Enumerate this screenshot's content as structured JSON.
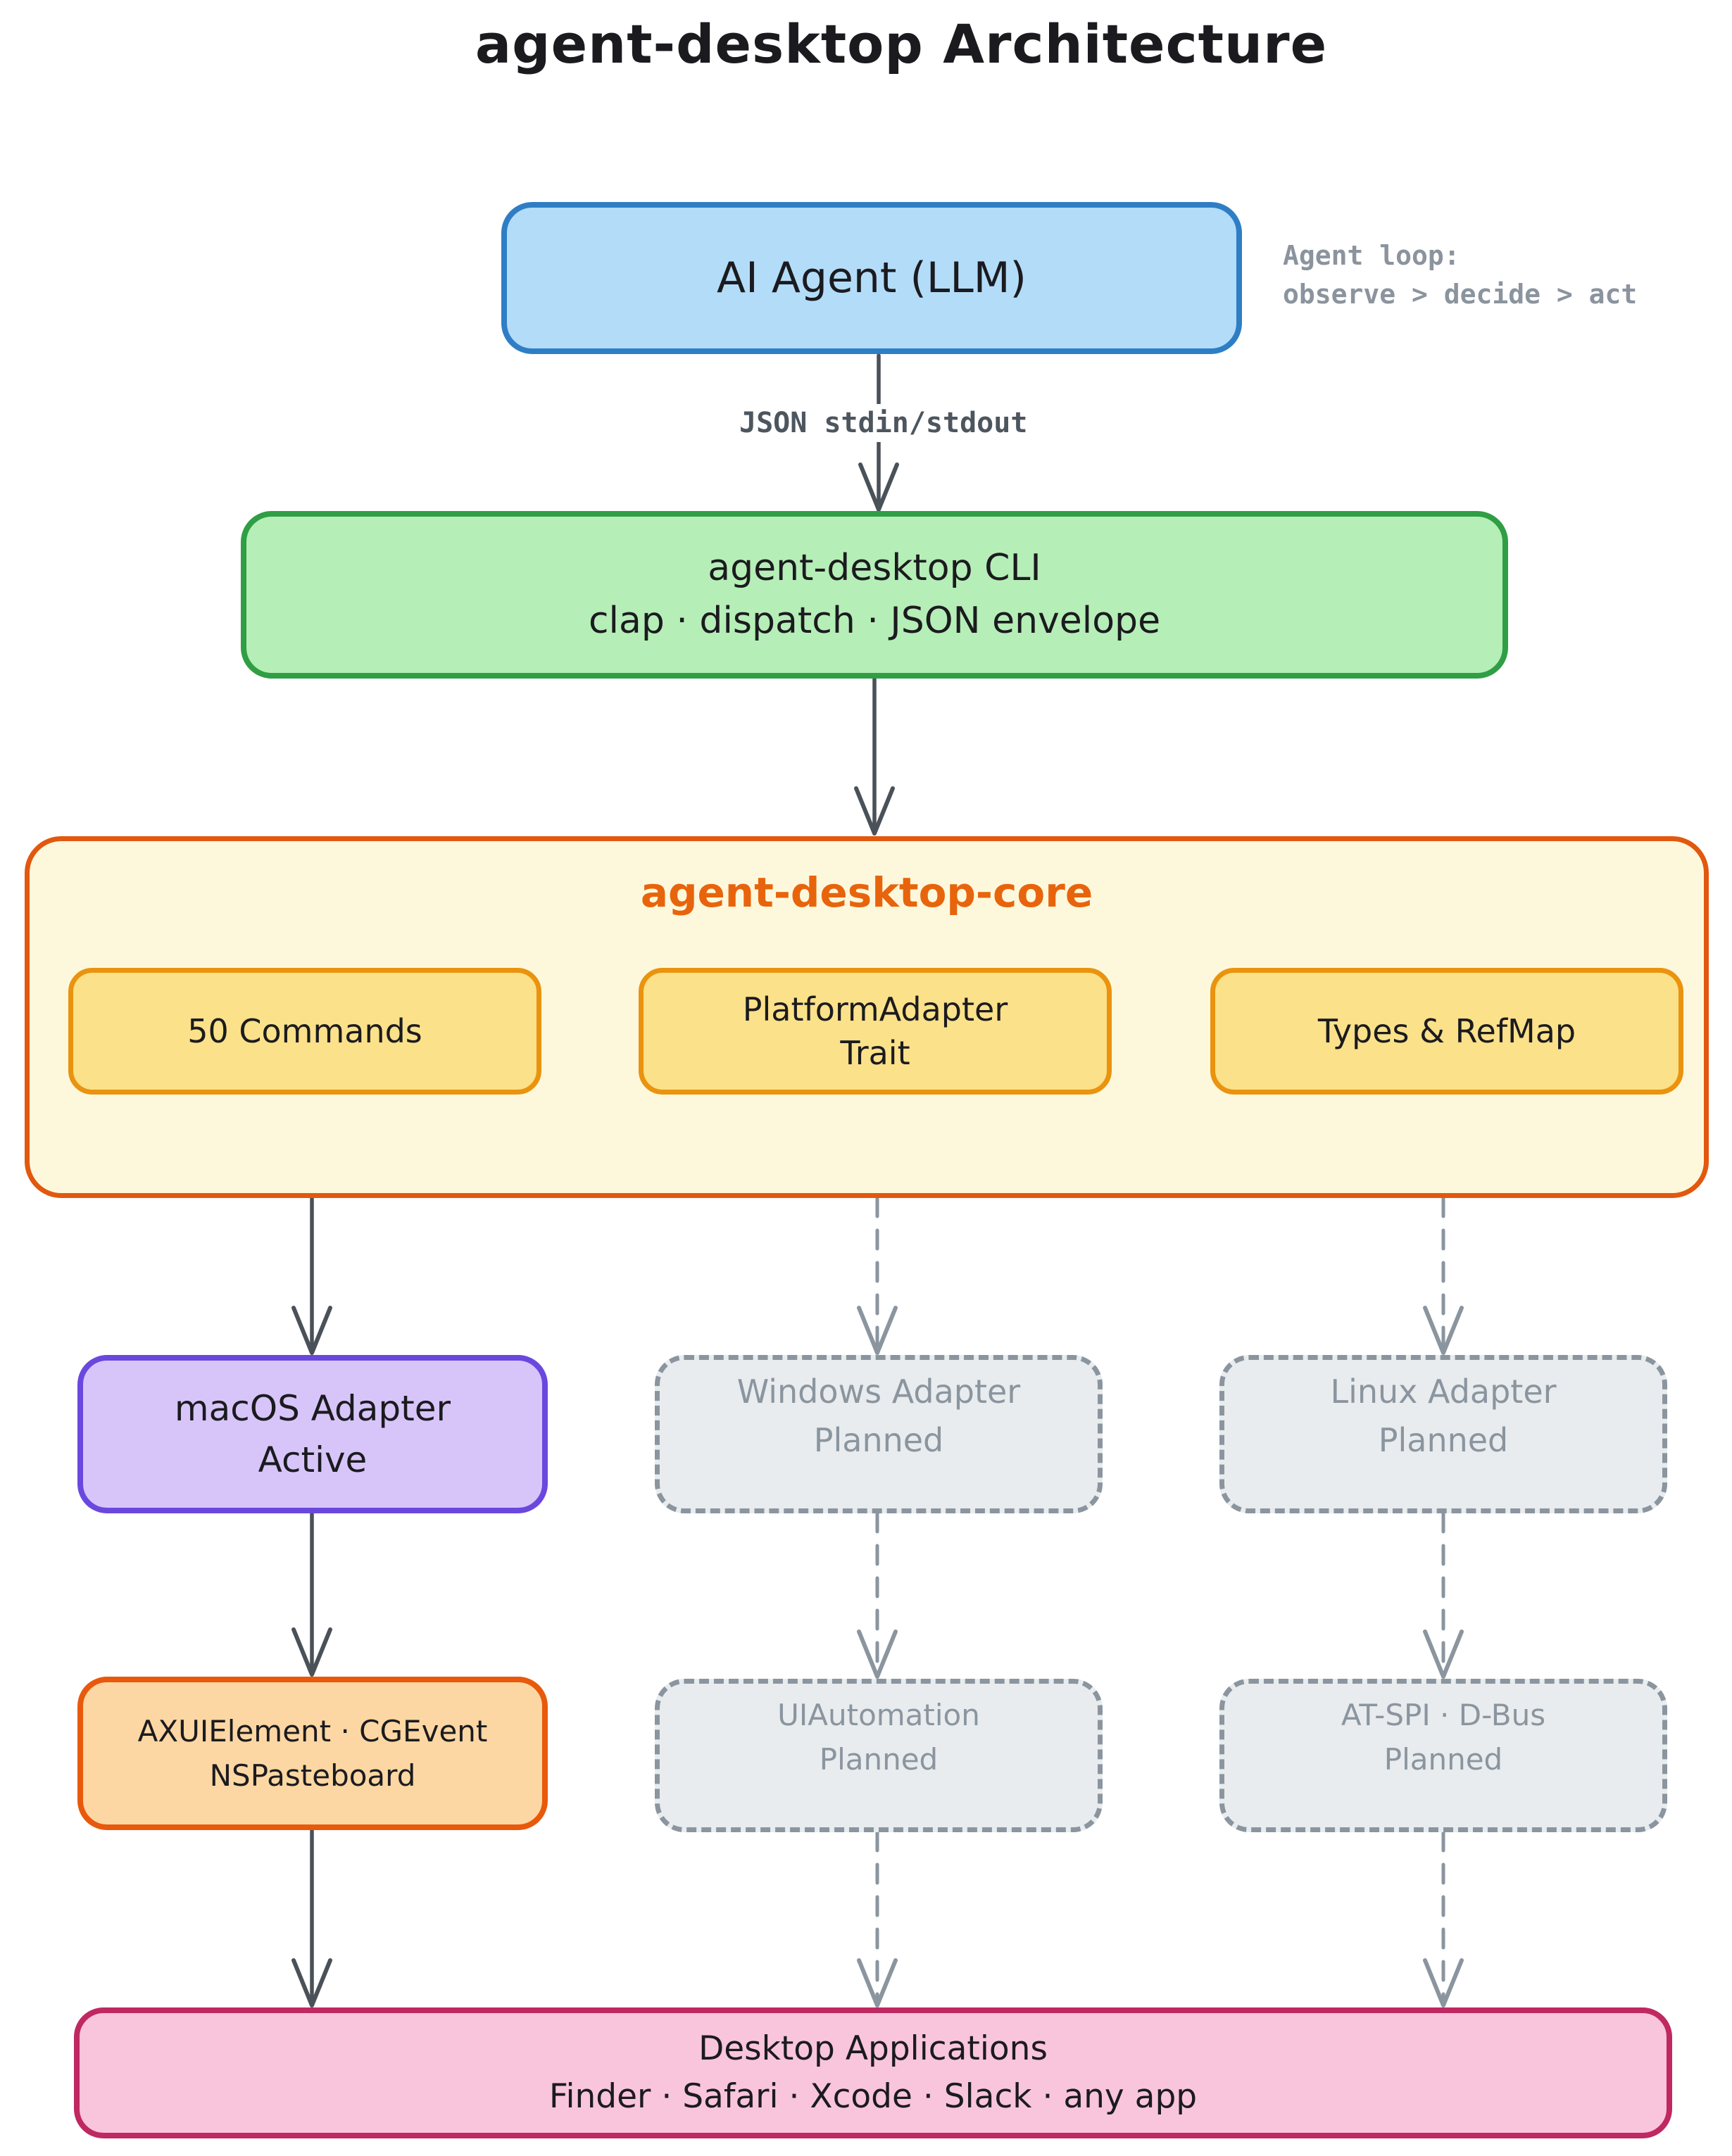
{
  "title": "agent-desktop Architecture",
  "annotation": {
    "text": "Agent loop:\nobserve > decide > act"
  },
  "edges": {
    "json_label": "JSON stdin/stdout"
  },
  "nodes": {
    "ai_agent": {
      "label": "AI Agent (LLM)"
    },
    "cli": {
      "lines": [
        "agent-desktop CLI",
        "clap · dispatch · JSON envelope"
      ]
    },
    "core": {
      "title": "agent-desktop-core",
      "commands": {
        "label": "50 Commands"
      },
      "adapter_trait": {
        "lines": [
          "PlatformAdapter",
          "Trait"
        ]
      },
      "types": {
        "label": "Types & RefMap"
      }
    },
    "macos_adapter": {
      "lines": [
        "macOS Adapter",
        "Active"
      ]
    },
    "windows_adapter": {
      "lines": [
        "Windows Adapter",
        "Planned"
      ]
    },
    "linux_adapter": {
      "lines": [
        "Linux Adapter",
        "Planned"
      ]
    },
    "macos_impl": {
      "lines": [
        "AXUIElement · CGEvent",
        "NSPasteboard"
      ]
    },
    "windows_impl": {
      "lines": [
        "UIAutomation",
        "Planned"
      ]
    },
    "linux_impl": {
      "lines": [
        "AT-SPI · D-Bus",
        "Planned"
      ]
    },
    "desktop_apps": {
      "lines": [
        "Desktop Applications",
        "Finder · Safari · Xcode · Slack · any app"
      ]
    }
  },
  "colors": {
    "blue_fill": "#B3DCF8",
    "blue_border": "#2E7EC5",
    "green_fill": "#B6EEB7",
    "green_border": "#2F9E44",
    "core_fill": "#FDF8DC",
    "core_border": "#E2580E",
    "core_title": "#E8640C",
    "yellow_fill": "#FBE189",
    "yellow_border": "#EA930F",
    "purple_fill": "#D7C5FA",
    "purple_border": "#6A48DD",
    "gray_fill": "#E8ECEE",
    "gray_border": "#8B959F",
    "orange_fill": "#FDD7A3",
    "orange_border": "#E8590C",
    "pink_fill": "#F9C5DC",
    "pink_border": "#BF2860",
    "arrow_solid": "#4A5158",
    "arrow_dashed": "#8B959F",
    "note_text": "#8B949E",
    "edge_label_text": "#4D565E"
  }
}
